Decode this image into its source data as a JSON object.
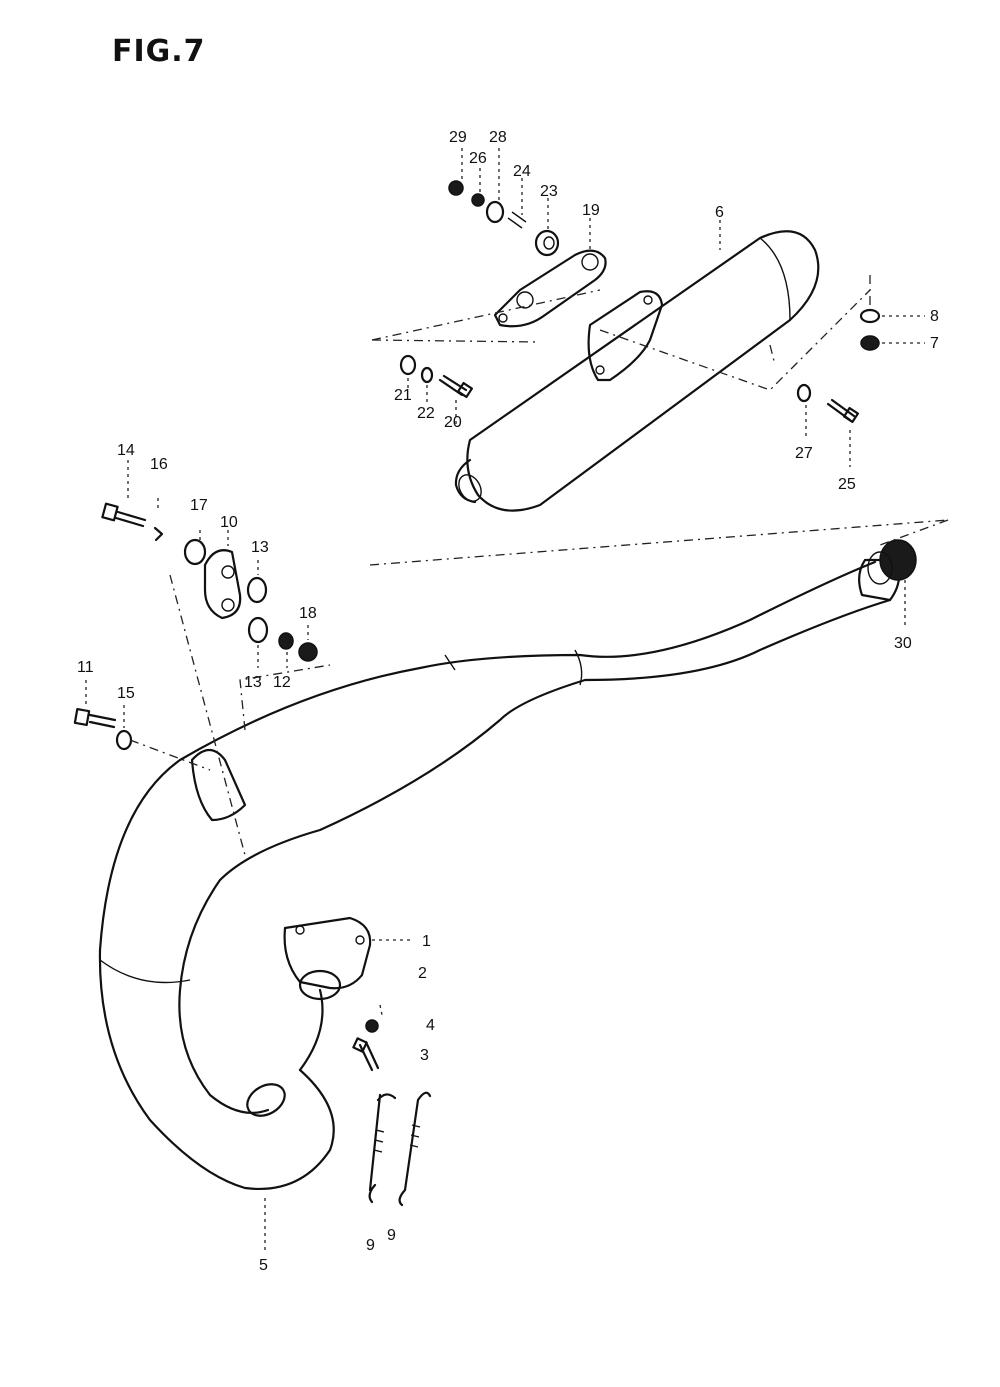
{
  "figure": {
    "title": "FIG.7"
  },
  "callouts": [
    {
      "id": "c29",
      "label": "29"
    },
    {
      "id": "c28",
      "label": "28"
    },
    {
      "id": "c26",
      "label": "26"
    },
    {
      "id": "c24",
      "label": "24"
    },
    {
      "id": "c23",
      "label": "23"
    },
    {
      "id": "c19",
      "label": "19"
    },
    {
      "id": "c6",
      "label": "6"
    },
    {
      "id": "c8",
      "label": "8"
    },
    {
      "id": "c7",
      "label": "7"
    },
    {
      "id": "c21",
      "label": "21"
    },
    {
      "id": "c22",
      "label": "22"
    },
    {
      "id": "c20",
      "label": "20"
    },
    {
      "id": "c27",
      "label": "27"
    },
    {
      "id": "c25",
      "label": "25"
    },
    {
      "id": "c14",
      "label": "14"
    },
    {
      "id": "c16",
      "label": "16"
    },
    {
      "id": "c17",
      "label": "17"
    },
    {
      "id": "c10",
      "label": "10"
    },
    {
      "id": "c13a",
      "label": "13"
    },
    {
      "id": "c18",
      "label": "18"
    },
    {
      "id": "c13b",
      "label": "13"
    },
    {
      "id": "c12",
      "label": "12"
    },
    {
      "id": "c11",
      "label": "11"
    },
    {
      "id": "c15",
      "label": "15"
    },
    {
      "id": "c30",
      "label": "30"
    },
    {
      "id": "c1",
      "label": "1"
    },
    {
      "id": "c2",
      "label": "2"
    },
    {
      "id": "c4",
      "label": "4"
    },
    {
      "id": "c3",
      "label": "3"
    },
    {
      "id": "c9a",
      "label": "9"
    },
    {
      "id": "c9b",
      "label": "9"
    },
    {
      "id": "c5",
      "label": "5"
    }
  ]
}
